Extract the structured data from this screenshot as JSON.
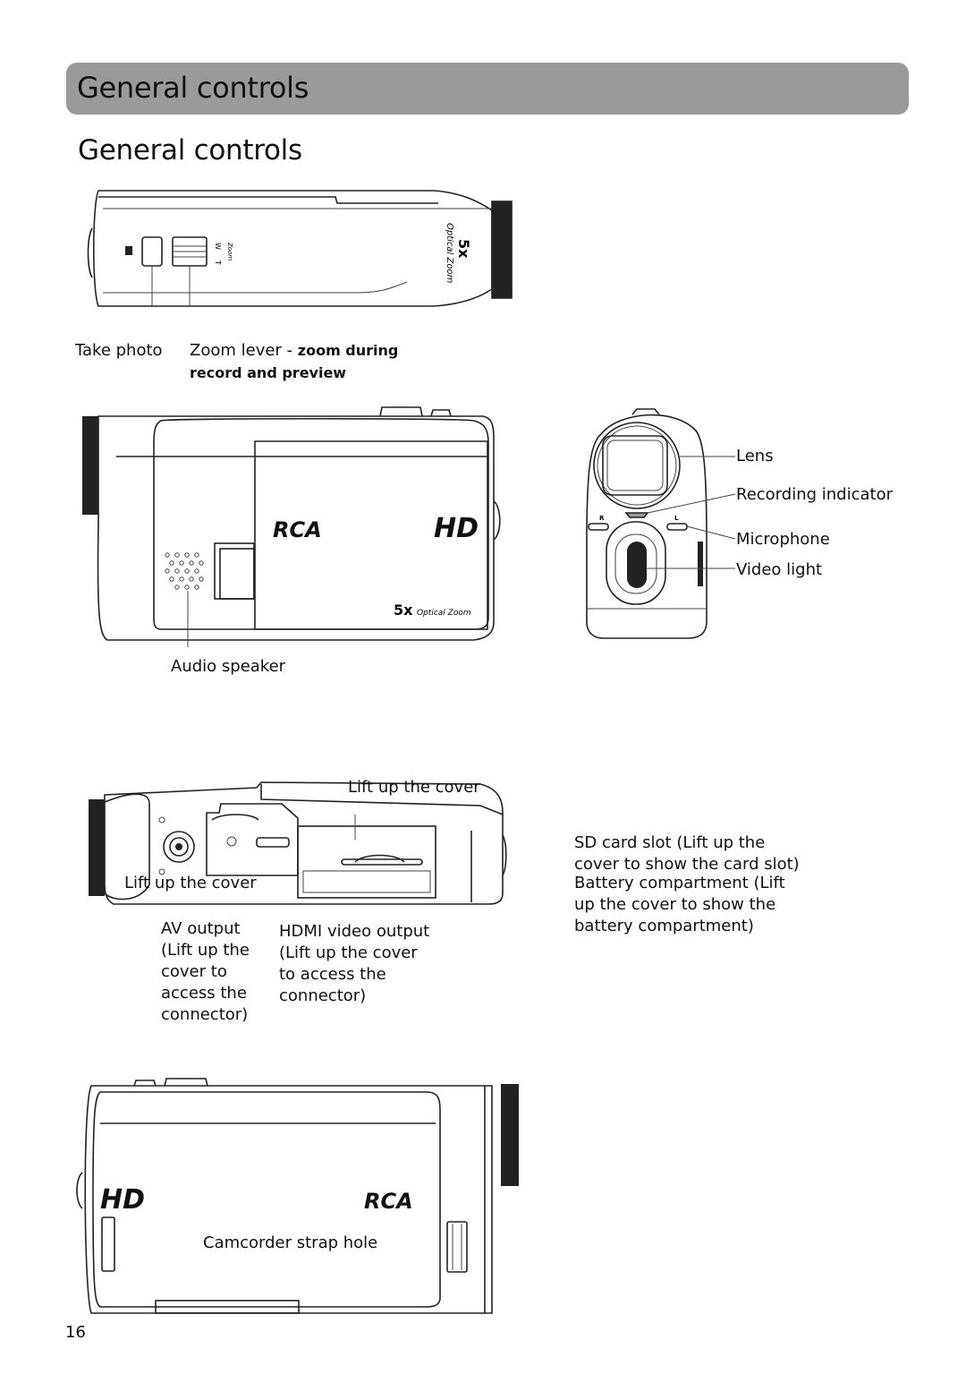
{
  "header": {
    "title": "General controls"
  },
  "section": {
    "title": "General controls"
  },
  "top_view": {
    "printed_text": {
      "zoom_w": "W",
      "zoom_t": "T",
      "zoom_word": "Zoom",
      "optical_big": "5x",
      "optical_small": "Optical Zoom"
    },
    "labels": {
      "take_photo": "Take photo",
      "zoom_lever_prefix": "Zoom lever - ",
      "zoom_lever_bold_1": "zoom during",
      "zoom_lever_bold_2": "record and preview"
    }
  },
  "side_view": {
    "printed_text": {
      "brand": "RCA",
      "hd": "HD",
      "optical_big": "5x",
      "optical_small": "Optical Zoom"
    },
    "labels": {
      "audio_speaker": "Audio speaker"
    }
  },
  "front_view": {
    "printed_text": {
      "r": "R",
      "l": "L"
    },
    "labels": {
      "lens": "Lens",
      "recording_indicator": "Recording indicator",
      "microphone": "Microphone",
      "video_light": "Video light"
    }
  },
  "bottom_view": {
    "labels": {
      "lift_cover_top": "Lift up the cover",
      "lift_cover_left": "Lift up the cover",
      "sd_card_slot": "SD card slot (Lift up the cover to show the card slot)",
      "battery": "Battery compartment (Lift up the cover to show the battery compartment)",
      "av_output": "AV output (Lift up the cover to access the connector)",
      "hdmi": "HDMI video output (Lift up the cover to access the connector)"
    }
  },
  "back_view": {
    "printed_text": {
      "hd": "HD",
      "brand": "RCA"
    },
    "labels": {
      "strap_hole": "Camcorder strap hole"
    }
  },
  "footer": {
    "page_number": "16"
  }
}
